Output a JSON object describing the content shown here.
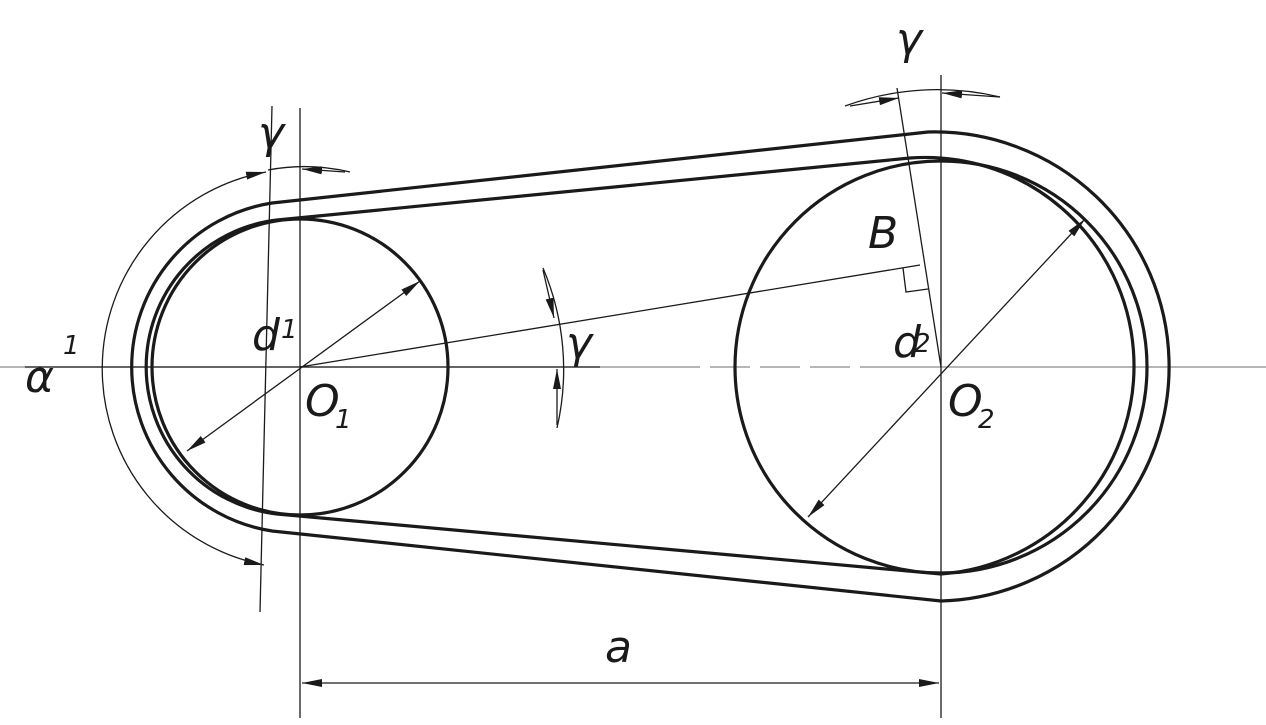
{
  "labels": {
    "alpha1": "α",
    "alpha1_sub": "1",
    "gamma_left": "γ",
    "gamma_right": "γ",
    "gamma_mid": "γ",
    "d1": "d",
    "d1_sub": "1",
    "d2": "d",
    "d2_sub": "2",
    "O1": "O",
    "O1_sub": "1",
    "O2": "O",
    "O2_sub": "2",
    "B": "B",
    "a": "a"
  },
  "colors": {
    "stroke": "#1a1a1a",
    "axis": "#8a8a8a",
    "background": "#ffffff"
  }
}
